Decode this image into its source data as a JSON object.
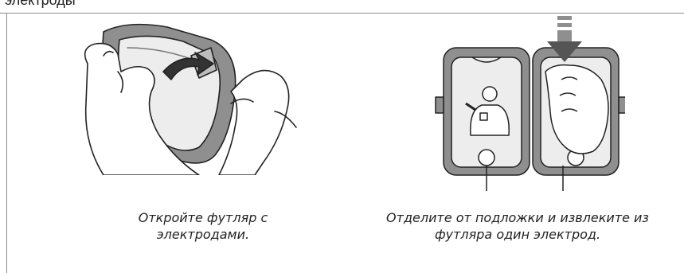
{
  "header": {
    "fragment": "электроды"
  },
  "steps": [
    {
      "caption_line1": "Откройте футляр с",
      "caption_line2": "электродами."
    },
    {
      "caption_line1": "Отделите от подложки и извлеките из",
      "caption_line2": "футляра один электрод."
    }
  ],
  "colors": {
    "case_gray": "#8f8f8f",
    "pad_light": "#ededed",
    "ink": "#222222",
    "arrow_dark": "#555555",
    "frame": "#8a8a8a"
  }
}
